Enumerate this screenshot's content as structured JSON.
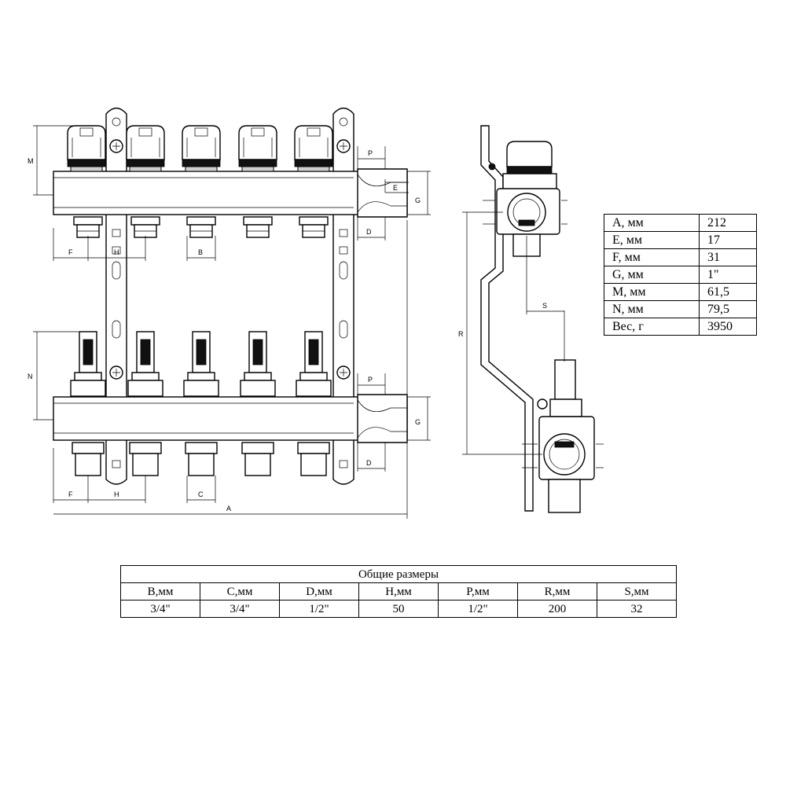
{
  "dimension_labels": {
    "A": "A",
    "B": "B",
    "C": "C",
    "D": "D",
    "E": "E",
    "F": "F",
    "G": "G",
    "H": "H",
    "M": "M",
    "N": "N",
    "P": "P",
    "R": "R",
    "S": "S"
  },
  "spec_table": {
    "rows": [
      {
        "label": "A, мм",
        "value": "212"
      },
      {
        "label": "E, мм",
        "value": "17"
      },
      {
        "label": "F, мм",
        "value": "31"
      },
      {
        "label": "G, мм",
        "value": "1\""
      },
      {
        "label": "M, мм",
        "value": "61,5"
      },
      {
        "label": "N, мм",
        "value": "79,5"
      },
      {
        "label": "Вес, г",
        "value": "3950"
      }
    ]
  },
  "size_table": {
    "title": "Общие размеры",
    "headers": [
      "B,мм",
      "C,мм",
      "D,мм",
      "H,мм",
      "P,мм",
      "R,мм",
      "S,мм"
    ],
    "values": [
      "3/4\"",
      "3/4\"",
      "1/2\"",
      "50",
      "1/2\"",
      "200",
      "32"
    ]
  }
}
